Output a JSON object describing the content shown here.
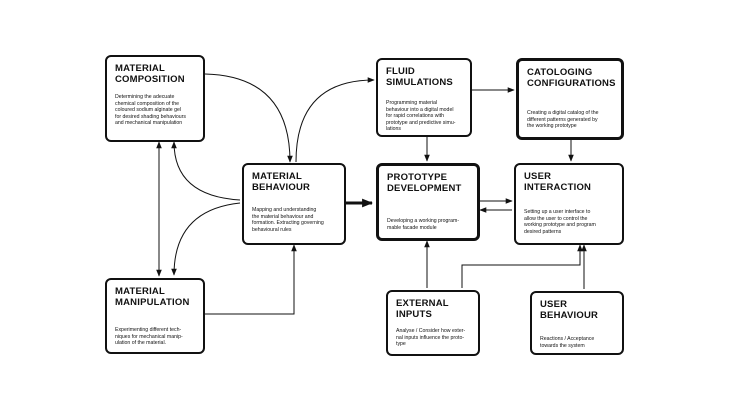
{
  "colors": {
    "line": "#111111",
    "background": "#ffffff"
  },
  "nodes": {
    "material_composition": {
      "title": "MATERIAL\nCOMPOSITION",
      "desc": "Determining the adecuate\nchemical composition of the\ncoloured sodium alginate gel\nfor desired shading behaviours\nand mechanical manipulation"
    },
    "fluid_simulations": {
      "title": "FLUID\nSIMULATIONS",
      "desc": "Programming material\nbehaviour into a digital model\nfor rapid correlations with\nprototype and predictive simu-\nlations"
    },
    "cataloging_configurations": {
      "title": "CATOLOGING\nCONFIGURATIONS",
      "desc": "Creating a digital catalog of the\ndifferent patterns generated by\nthe working prototype"
    },
    "material_behaviour": {
      "title": "MATERIAL\nBEHAVIOUR",
      "desc": "Mapping and understanding\nthe material behaviour and\nformation. Extracting governing\nbehavioural rules"
    },
    "prototype_development": {
      "title": "PROTOTYPE\nDEVELOPMENT",
      "desc": "Developing a working program-\nmable facade module"
    },
    "user_interaction": {
      "title": "USER\nINTERACTION",
      "desc": "Setting up a user interface to\nallow the user to control the\nworking prototype and program\ndesired patterns"
    },
    "material_manipulation": {
      "title": "MATERIAL\nMANIPULATION",
      "desc": "Experimenting different tech-\nniques for mechanical manip-\nulation of the material."
    },
    "external_inputs": {
      "title": "EXTERNAL\nINPUTS",
      "desc": "Analyse / Consider how exter-\nnal inputs influence the proto-\ntype"
    },
    "user_behaviour": {
      "title": "USER\nBEHAVIOUR",
      "desc": "Reactions / Acceptance\ntowards the system"
    }
  }
}
